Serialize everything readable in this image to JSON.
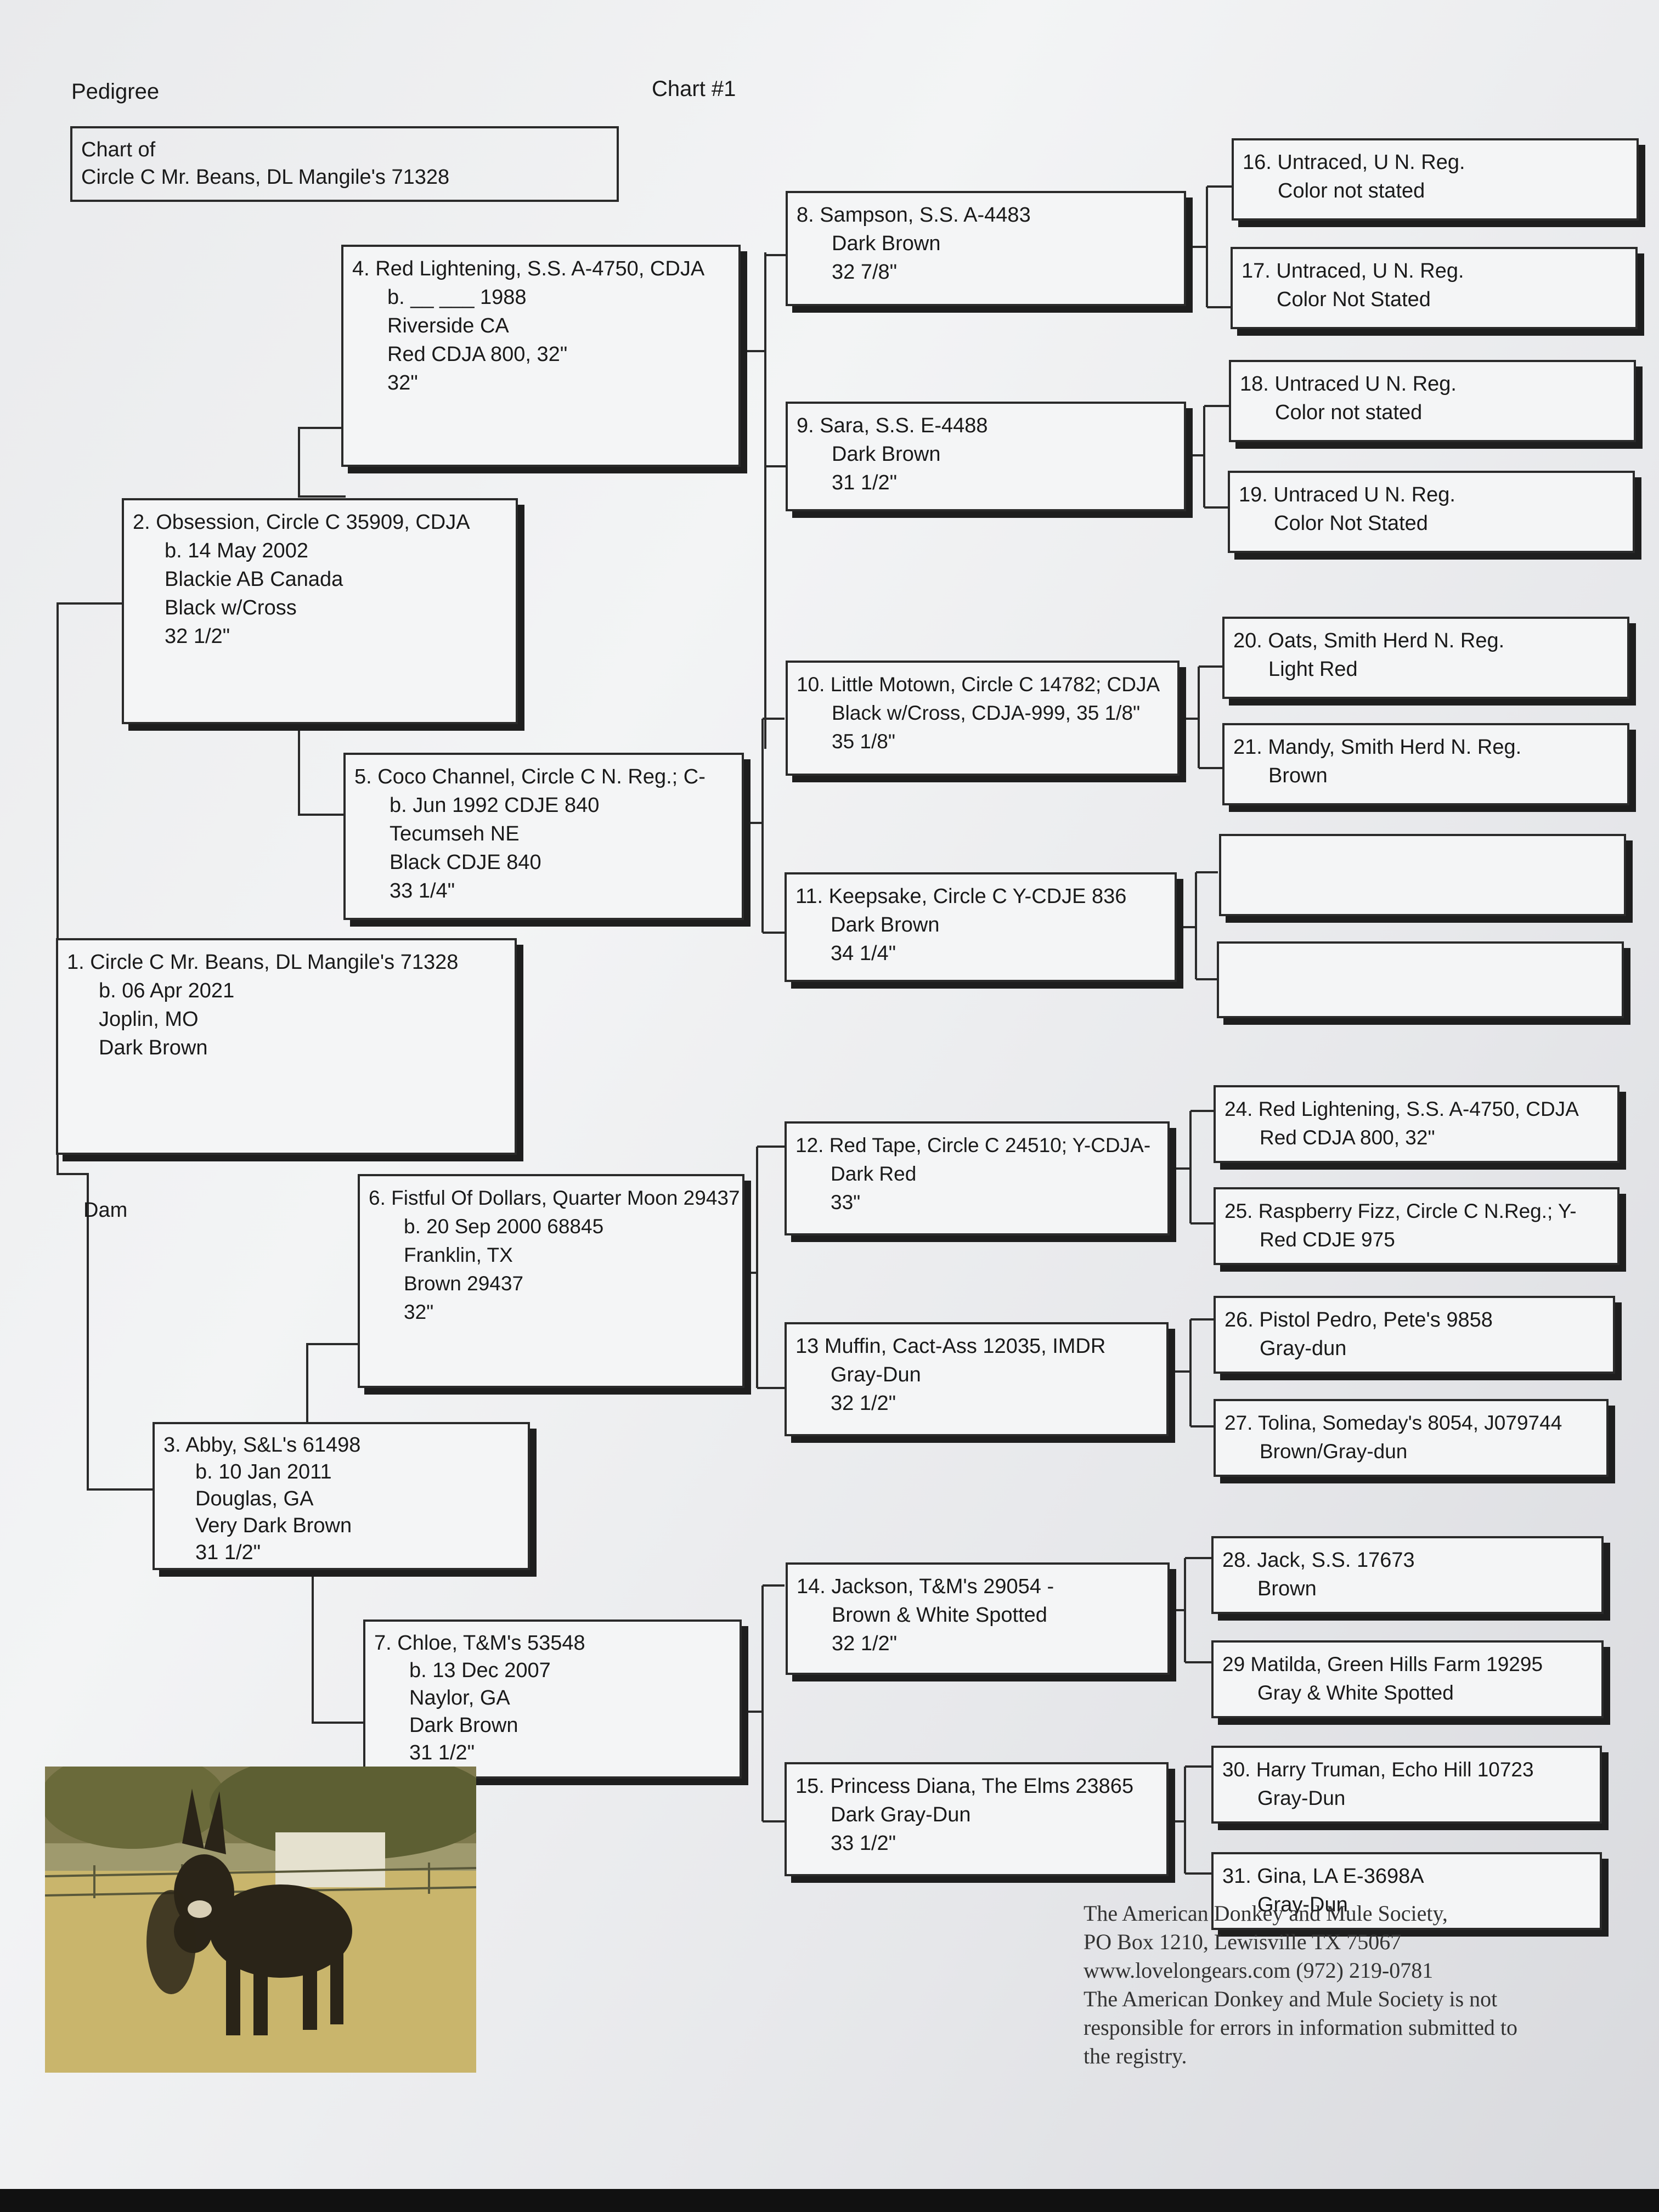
{
  "header": {
    "pedigree": "Pedigree",
    "chart_no": "Chart #1"
  },
  "chart_of": {
    "line1": "Chart of",
    "line2": "Circle C Mr. Beans, DL Mangile's 71328"
  },
  "dam_label": "Dam",
  "entries": {
    "e1": [
      "1. Circle C Mr. Beans, DL Mangile's 71328",
      "b. 06 Apr 2021",
      "Joplin, MO",
      "Dark Brown"
    ],
    "e2": [
      "2. Obsession, Circle C 35909, CDJA",
      "b. 14 May 2002",
      "Blackie AB Canada",
      "Black w/Cross",
      "32 1/2\""
    ],
    "e3": [
      "3. Abby, S&L's 61498",
      "b. 10 Jan 2011",
      "Douglas, GA",
      "Very Dark Brown",
      "31 1/2\""
    ],
    "e4": [
      "4. Red Lightening, S.S. A-4750, CDJA",
      "b. __ ___ 1988",
      "Riverside CA",
      "Red  CDJA 800, 32\"",
      "32\""
    ],
    "e5": [
      "5. Coco Channel, Circle C N. Reg.; C-",
      "b.    Jun 1992  CDJE 840",
      "Tecumseh NE",
      "Black  CDJE 840",
      "33 1/4\""
    ],
    "e6": [
      "6. Fistful Of Dollars, Quarter Moon 29437",
      "b. 20 Sep 2000  68845",
      "Franklin, TX",
      "Brown  29437",
      "32\""
    ],
    "e7": [
      "7. Chloe, T&M's 53548",
      "b. 13 Dec 2007",
      "Naylor, GA",
      "Dark Brown",
      "31 1/2\""
    ],
    "e8": [
      "8. Sampson, S.S. A-4483",
      "Dark Brown",
      "32 7/8\""
    ],
    "e9": [
      "9. Sara, S.S. E-4488",
      "Dark Brown",
      "31 1/2\""
    ],
    "e10": [
      "10. Little Motown, Circle C 14782; CDJA",
      "Black w/Cross, CDJA-999, 35 1/8\"",
      "35 1/8\""
    ],
    "e11": [
      "11. Keepsake, Circle C Y-CDJE 836",
      "Dark Brown",
      "34 1/4\""
    ],
    "e12": [
      "12. Red Tape, Circle C 24510; Y-CDJA-",
      "Dark Red",
      "33\""
    ],
    "e13": [
      "13 Muffin, Cact-Ass 12035, IMDR",
      "Gray-Dun",
      "32 1/2\""
    ],
    "e14": [
      "14. Jackson, T&M's 29054 -",
      "Brown & White Spotted",
      "32 1/2\""
    ],
    "e15": [
      "15. Princess Diana, The Elms 23865",
      "Dark Gray-Dun",
      "33 1/2\""
    ],
    "e16": [
      "16. Untraced, U N. Reg.",
      "Color not stated"
    ],
    "e17": [
      "17. Untraced, U N. Reg.",
      "Color Not Stated"
    ],
    "e18": [
      "18. Untraced U N. Reg.",
      "Color not stated"
    ],
    "e19": [
      "19. Untraced U N. Reg.",
      "Color Not Stated"
    ],
    "e20": [
      "20. Oats, Smith Herd N. Reg.",
      "Light Red"
    ],
    "e21": [
      "21. Mandy, Smith Herd N. Reg.",
      "Brown"
    ],
    "e24": [
      "24. Red Lightening, S.S. A-4750, CDJA",
      "Red  CDJA 800, 32\""
    ],
    "e25": [
      "25. Raspberry Fizz, Circle C N.Reg.; Y-",
      "Red  CDJE 975"
    ],
    "e26": [
      "26. Pistol Pedro, Pete's 9858",
      "Gray-dun"
    ],
    "e27": [
      "27. Tolina, Someday's 8054, J079744",
      "Brown/Gray-dun"
    ],
    "e28": [
      "28. Jack, S.S. 17673",
      "Brown"
    ],
    "e29": [
      "29 Matilda, Green Hills Farm 19295",
      "Gray & White Spotted"
    ],
    "e30": [
      "30. Harry Truman, Echo Hill 10723",
      "Gray-Dun"
    ],
    "e31": [
      "31. Gina, LA E-3698A",
      "Gray-Dun"
    ]
  },
  "footer": [
    "The American Donkey and Mule Society,",
    "PO Box 1210, Lewisville TX 75067",
    "www.lovelongears.com (972) 219-0781",
    "The American Donkey and Mule Society is not",
    "responsible for errors in information submitted to",
    "the registry."
  ],
  "photo": {
    "subject": "donkey-photo"
  }
}
